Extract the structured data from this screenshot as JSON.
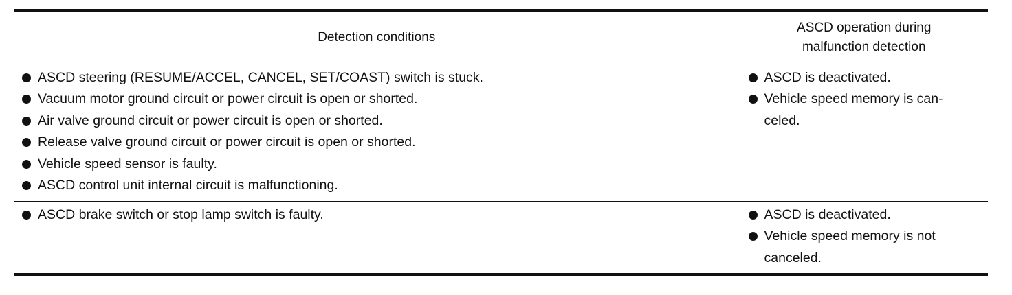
{
  "table": {
    "headers": {
      "detection": "Detection conditions",
      "operation_line1": "ASCD operation during",
      "operation_line2": "malfunction detection"
    },
    "rows": [
      {
        "conditions": [
          "ASCD steering (RESUME/ACCEL, CANCEL, SET/COAST) switch is stuck.",
          "Vacuum motor ground circuit or power circuit is open or shorted.",
          "Air valve ground circuit or power circuit is open or shorted.",
          "Release valve ground circuit or power circuit is open or shorted.",
          "Vehicle speed sensor is faulty.",
          "ASCD control unit internal circuit is malfunctioning."
        ],
        "operations": [
          "ASCD is deactivated.",
          "Vehicle speed memory is can-",
          "celed."
        ]
      },
      {
        "conditions": [
          "ASCD brake switch or stop lamp switch is faulty."
        ],
        "operations": [
          "ASCD is deactivated.",
          "Vehicle speed memory is not",
          "canceled."
        ]
      }
    ]
  }
}
